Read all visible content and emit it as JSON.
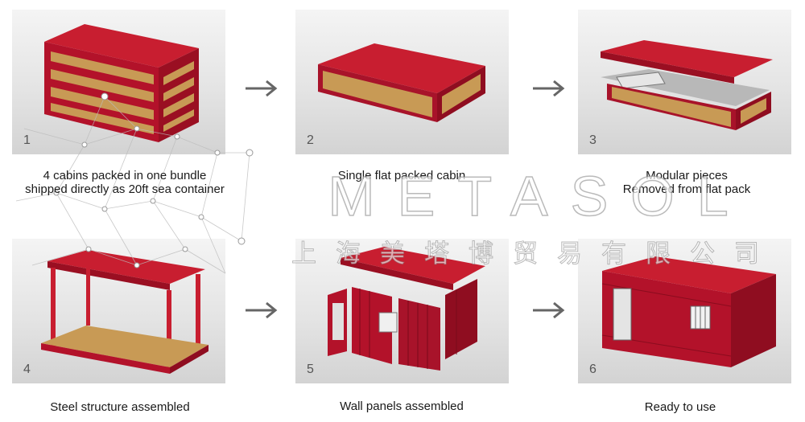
{
  "steps": [
    {
      "number": "1",
      "caption_line1": "4 cabins packed in one bundle",
      "caption_line2": "shipped directly as 20ft sea container"
    },
    {
      "number": "2",
      "caption_line1": "Single flat packed cabin",
      "caption_line2": ""
    },
    {
      "number": "3",
      "caption_line1": "Modular pieces",
      "caption_line2": "Removed from flat pack"
    },
    {
      "number": "4",
      "caption_line1": "Steel structure assembled",
      "caption_line2": ""
    },
    {
      "number": "5",
      "caption_line1": "Wall panels assembled",
      "caption_line2": ""
    },
    {
      "number": "6",
      "caption_line1": "Ready to use",
      "caption_line2": ""
    }
  ],
  "watermark": {
    "latin": "METASOL",
    "chinese": "上海美塔博贸易有限公司"
  },
  "colors": {
    "cabin_red": "#b3122a",
    "frame_red": "#d11f2e",
    "wood": "#c89a55",
    "arrow": "#666666"
  }
}
